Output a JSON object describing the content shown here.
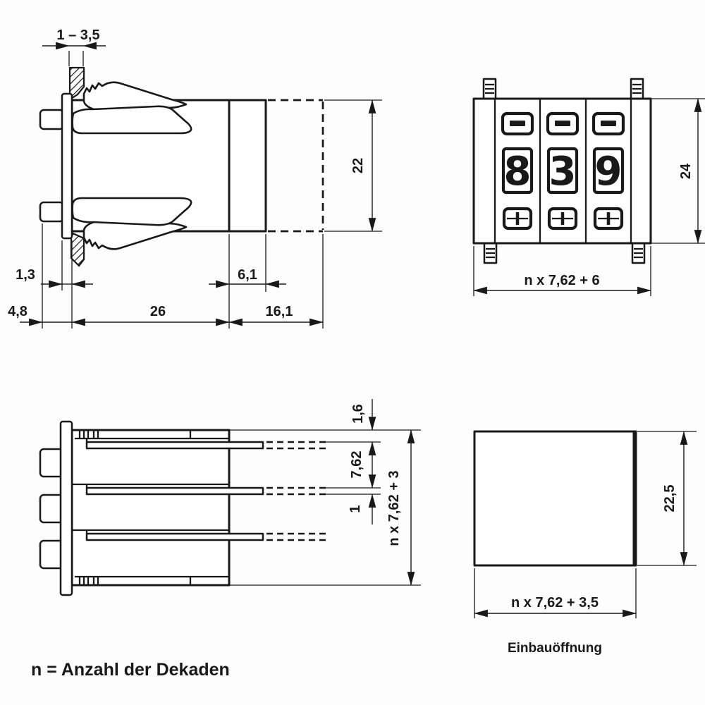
{
  "caption": "n = Anzahl der Dekaden",
  "side_view": {
    "panel_thickness_range": "1 – 3,5",
    "height": "22",
    "bezel_inset": "6,1",
    "flange_thickness": "1,3",
    "pin_length": "4,8",
    "body_depth": "26",
    "terminal_depth": "16,1"
  },
  "front_view": {
    "digits": [
      "8",
      "3",
      "9"
    ],
    "height": "24",
    "width_formula": "n x 7,62 + 6"
  },
  "top_view": {
    "edge_to_blade": "1,6",
    "blade_pitch": "7,62",
    "blade_thickness": "1",
    "width_formula": "n x 7,62 + 3"
  },
  "cutout_view": {
    "title": "Einbauöffnung",
    "height": "22,5",
    "width_formula": "n x 7,62 + 3,5"
  }
}
